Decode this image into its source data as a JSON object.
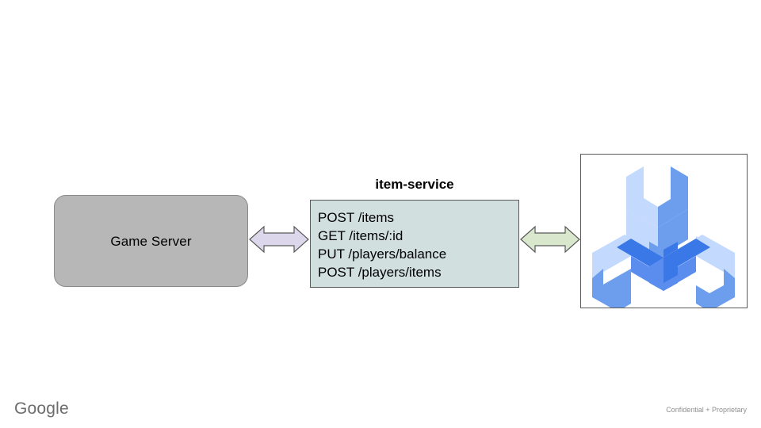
{
  "slide": {
    "background_color": "#ffffff",
    "nodes": {
      "game_server": {
        "label": "Game Server",
        "fill": "#b7b7b7",
        "stroke": "#8a8a8a"
      },
      "item_service": {
        "title": "item-service",
        "fill": "#d2dfdf",
        "stroke": "#595959",
        "endpoints": [
          "POST /items",
          "GET /items/:id",
          "PUT /players/balance",
          "POST /players/items"
        ]
      },
      "tool_image": {
        "alt": "isometric three-pronged wrench icon",
        "frame_stroke": "#595959",
        "colors": {
          "light": "#c3d9fd",
          "medium": "#6d9eee",
          "dark": "#3b78e7",
          "mid_shade": "#5b8def"
        }
      }
    },
    "connectors": [
      {
        "name": "game-server-to-item-service",
        "style": "double-headed-arrow",
        "fill": "#ddd7ec",
        "stroke": "#595959"
      },
      {
        "name": "item-service-to-tool-image",
        "style": "double-headed-arrow",
        "fill": "#d9e7cd",
        "stroke": "#595959"
      }
    ]
  },
  "footer": {
    "logo_text": "Google",
    "confidentiality_notice": "Confidential + Proprietary"
  }
}
